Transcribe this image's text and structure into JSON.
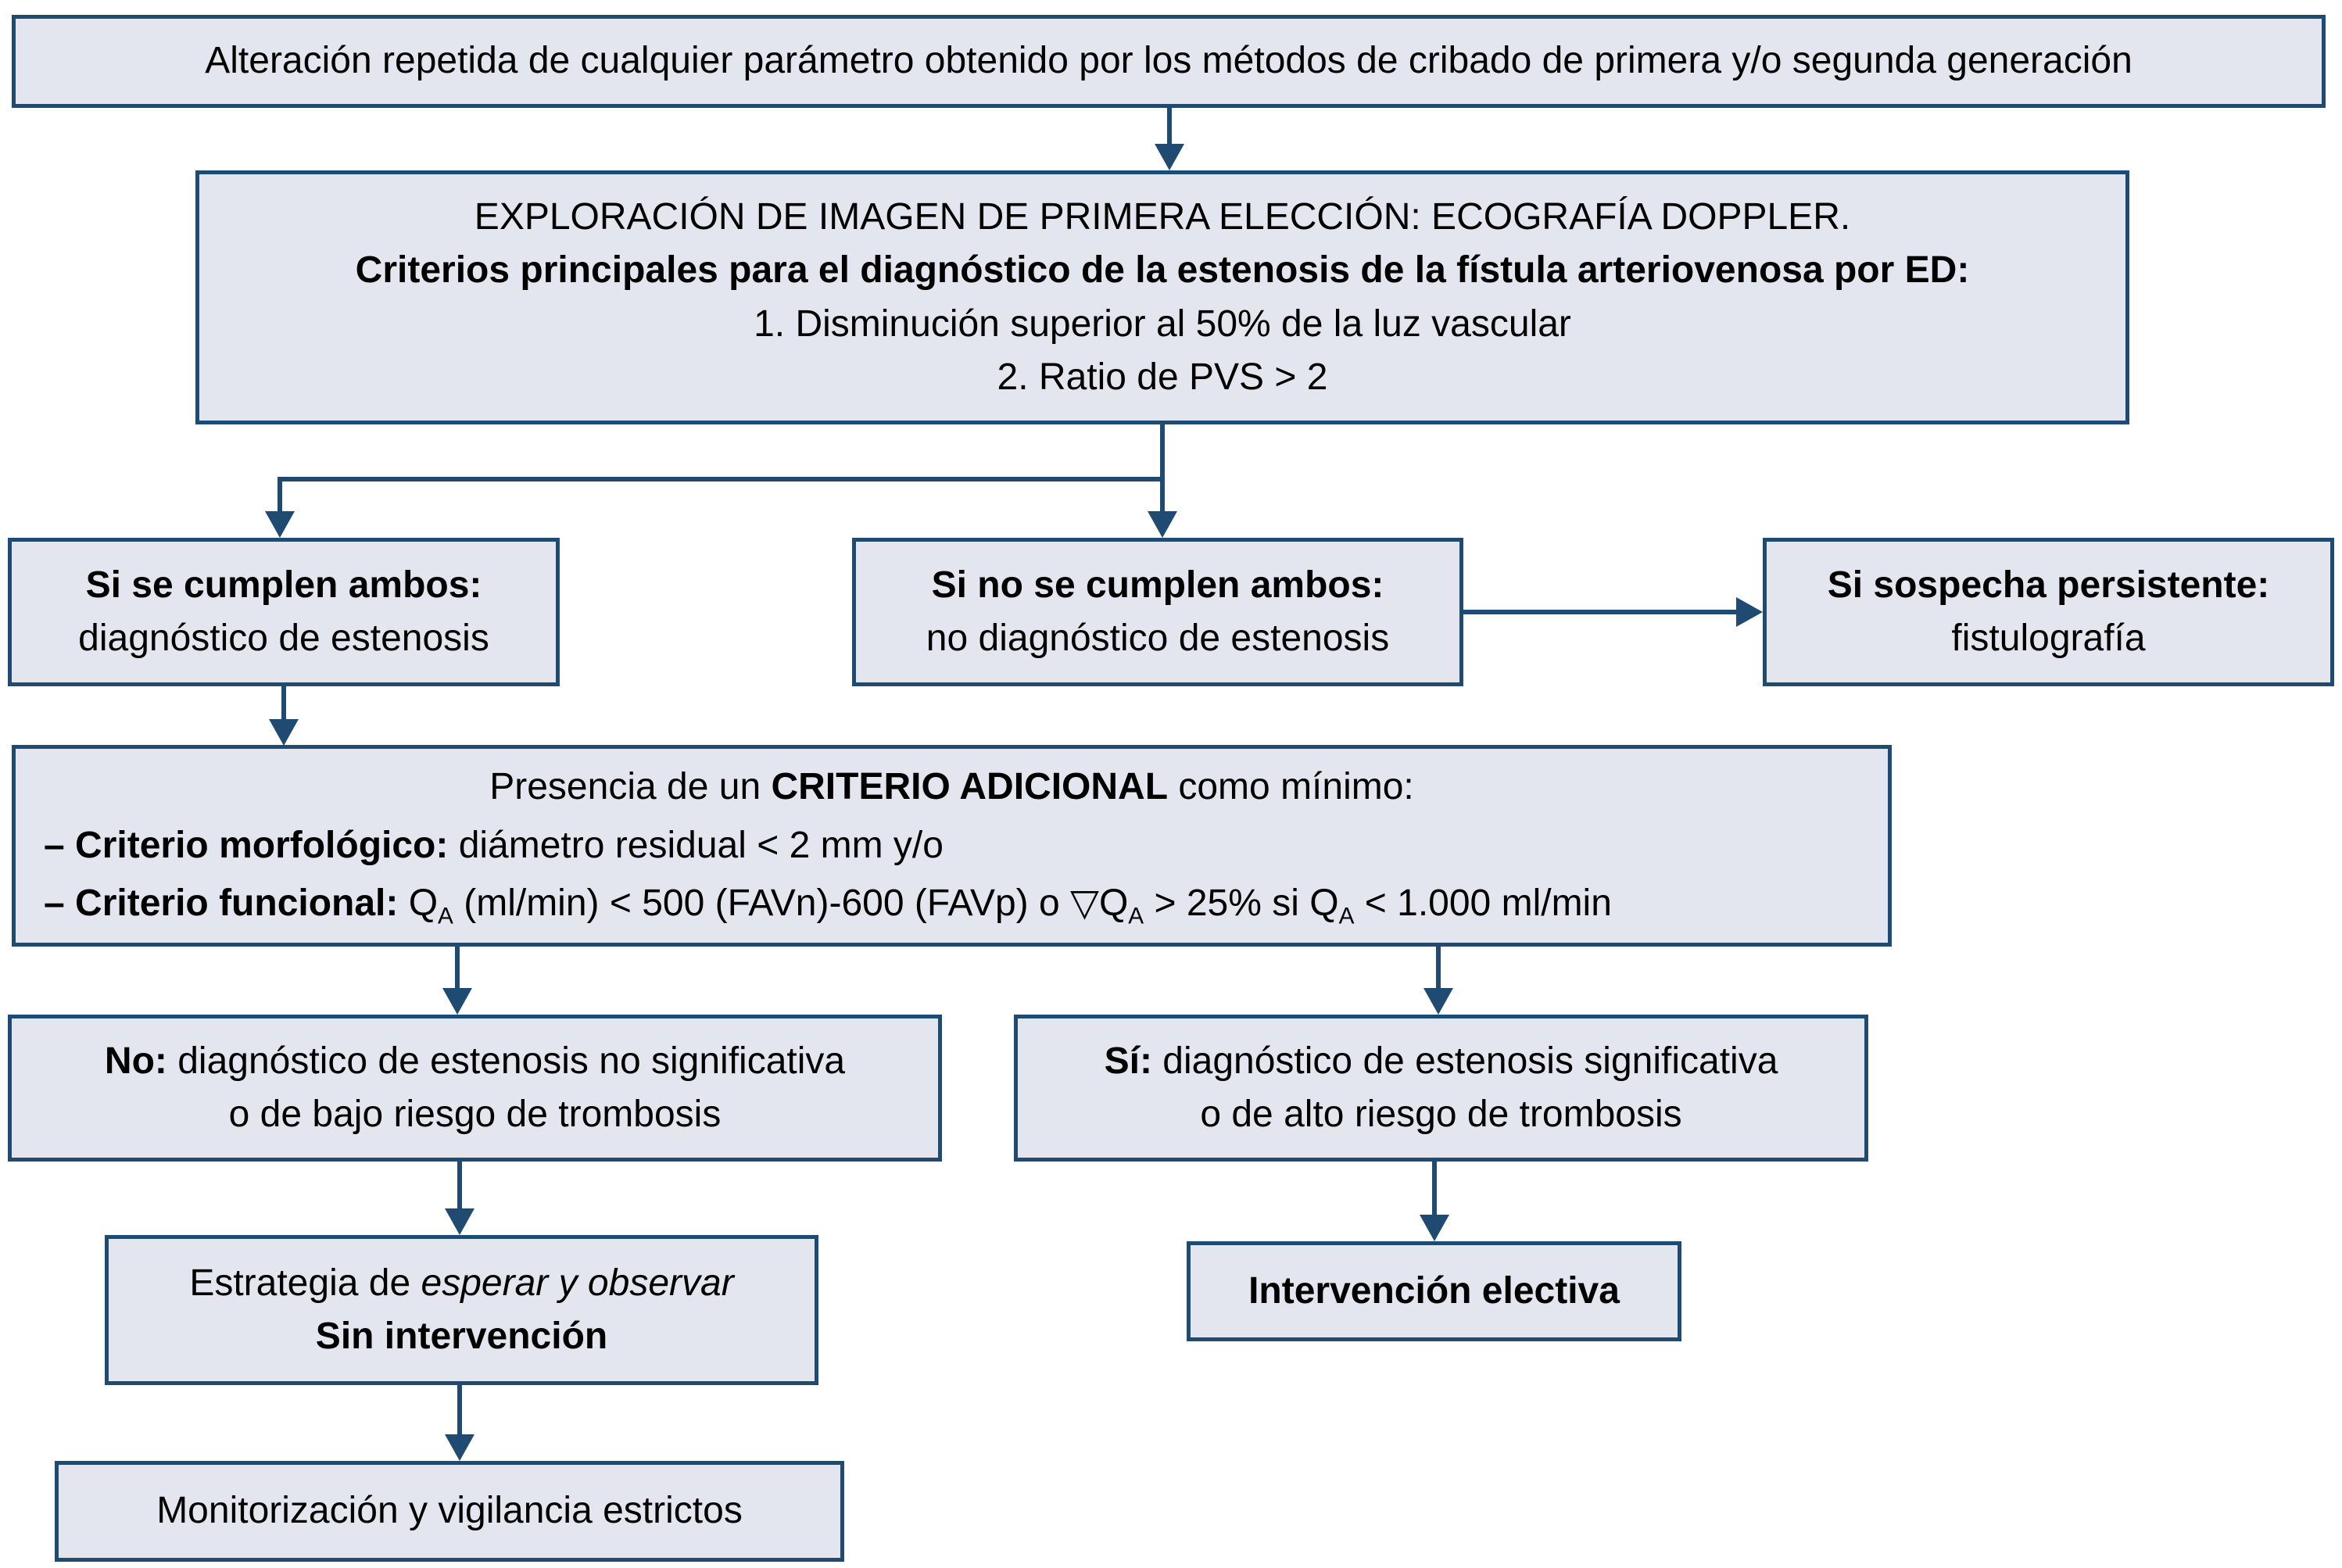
{
  "flowchart": {
    "colors": {
      "box_fill": "#e4e6ef",
      "box_border": "#1f4a72",
      "arrow": "#1f4a72",
      "text": "#000000",
      "background": "#ffffff"
    },
    "boxes": {
      "screening": {
        "lines": [
          {
            "parts": [
              {
                "t": "Alteración repetida de cualquier parámetro obtenido por los métodos de cribado de primera y/o segunda generación"
              }
            ]
          }
        ]
      },
      "doppler": {
        "lines": [
          {
            "parts": [
              {
                "t": "EXPLORACIÓN DE IMAGEN DE PRIMERA ELECCIÓN: ECOGRAFÍA DOPPLER."
              }
            ]
          },
          {
            "parts": [
              {
                "t": "Criterios principales para el diagnóstico de la estenosis de la fístula arteriovenosa por ED:",
                "b": true
              }
            ]
          },
          {
            "parts": [
              {
                "t": "1. Disminución superior al 50% de la luz vascular"
              }
            ]
          },
          {
            "parts": [
              {
                "t": "2. Ratio de PVS > 2"
              }
            ]
          }
        ]
      },
      "both_met": {
        "lines": [
          {
            "parts": [
              {
                "t": "Si se cumplen ambos:",
                "b": true
              }
            ]
          },
          {
            "parts": [
              {
                "t": "diagnóstico de estenosis"
              }
            ]
          }
        ]
      },
      "not_met": {
        "lines": [
          {
            "parts": [
              {
                "t": "Si no se cumplen ambos:",
                "b": true
              }
            ]
          },
          {
            "parts": [
              {
                "t": "no diagnóstico de estenosis"
              }
            ]
          }
        ]
      },
      "persistent": {
        "lines": [
          {
            "parts": [
              {
                "t": "Si sospecha persistente:",
                "b": true
              }
            ]
          },
          {
            "parts": [
              {
                "t": "fistulografía"
              }
            ]
          }
        ]
      },
      "criteria": {
        "lines": [
          {
            "parts": [
              {
                "t": "Presencia de un "
              },
              {
                "t": "CRITERIO ADICIONAL",
                "b": true
              },
              {
                "t": " como mínimo:"
              }
            ]
          },
          {
            "parts": [
              {
                "t": "– Criterio morfológico:",
                "b": true
              },
              {
                "t": " diámetro residual < 2 mm y/o"
              }
            ]
          },
          {
            "parts": [
              {
                "t": "– Criterio funcional:",
                "b": true
              },
              {
                "t": " Q"
              },
              {
                "t": "A",
                "sub": true
              },
              {
                "t": " (ml/min) < 500 (FAVn)-600 (FAVp) o ▽Q"
              },
              {
                "t": "A",
                "sub": true
              },
              {
                "t": " > 25% si Q"
              },
              {
                "t": "A",
                "sub": true
              },
              {
                "t": " < 1.000 ml/min"
              }
            ]
          }
        ]
      },
      "no_branch": {
        "lines": [
          {
            "parts": [
              {
                "t": "No:",
                "b": true
              },
              {
                "t": " diagnóstico de estenosis no significativa"
              }
            ]
          },
          {
            "parts": [
              {
                "t": "o de bajo riesgo de trombosis"
              }
            ]
          }
        ]
      },
      "yes_branch": {
        "lines": [
          {
            "parts": [
              {
                "t": "Sí:",
                "b": true
              },
              {
                "t": " diagnóstico de estenosis significativa"
              }
            ]
          },
          {
            "parts": [
              {
                "t": "o de alto riesgo de trombosis"
              }
            ]
          }
        ]
      },
      "wait_watch": {
        "lines": [
          {
            "parts": [
              {
                "t": "Estrategia de "
              },
              {
                "t": "esperar y observar",
                "i": true
              }
            ]
          },
          {
            "parts": [
              {
                "t": "Sin intervención",
                "b": true
              }
            ]
          }
        ]
      },
      "elective": {
        "lines": [
          {
            "parts": [
              {
                "t": "Intervención electiva",
                "b": true
              }
            ]
          }
        ]
      },
      "monitoring": {
        "lines": [
          {
            "parts": [
              {
                "t": "Monitorización y vigilancia estrictos"
              }
            ]
          }
        ]
      }
    }
  }
}
